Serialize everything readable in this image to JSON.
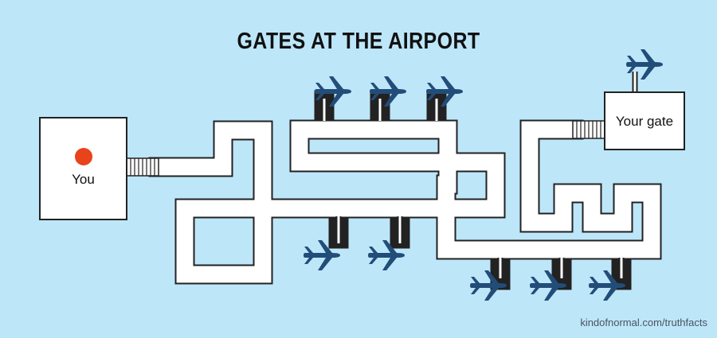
{
  "title": "GATES AT THE AIRPORT",
  "you_box": {
    "label": "You"
  },
  "gate_box": {
    "label": "Your gate"
  },
  "credit": "kindofnormal.com/truthfacts",
  "colors": {
    "background": "#bde6f9",
    "plane": "#224d79",
    "marker": "#e8431b",
    "corridor_fill": "#ffffff",
    "corridor_stroke": "#222222"
  },
  "icons": [
    "airplane-icon",
    "location-dot-icon"
  ]
}
